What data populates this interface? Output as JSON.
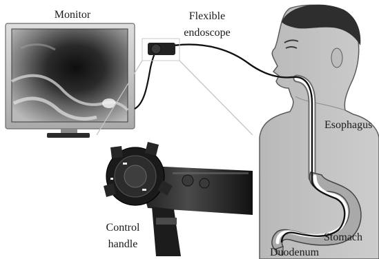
{
  "labels": {
    "monitor": "Monitor",
    "flexible_endoscope_line1": "Flexible",
    "flexible_endoscope_line2": "endoscope",
    "esophagus": "Esophagus",
    "stomach": "Stomach",
    "duodenum": "Duodenum",
    "control_handle_line1": "Control",
    "control_handle_line2": "handle"
  },
  "colors": {
    "skin": "#c8c8c8",
    "skin_edge": "#5a5a5a",
    "organ_fill": "#b0b0b0",
    "organ_inner": "#ffffff",
    "scope_line": "#111111",
    "monitor_frame": "#cfcfcf",
    "monitor_screen": "#2a2a2a"
  }
}
